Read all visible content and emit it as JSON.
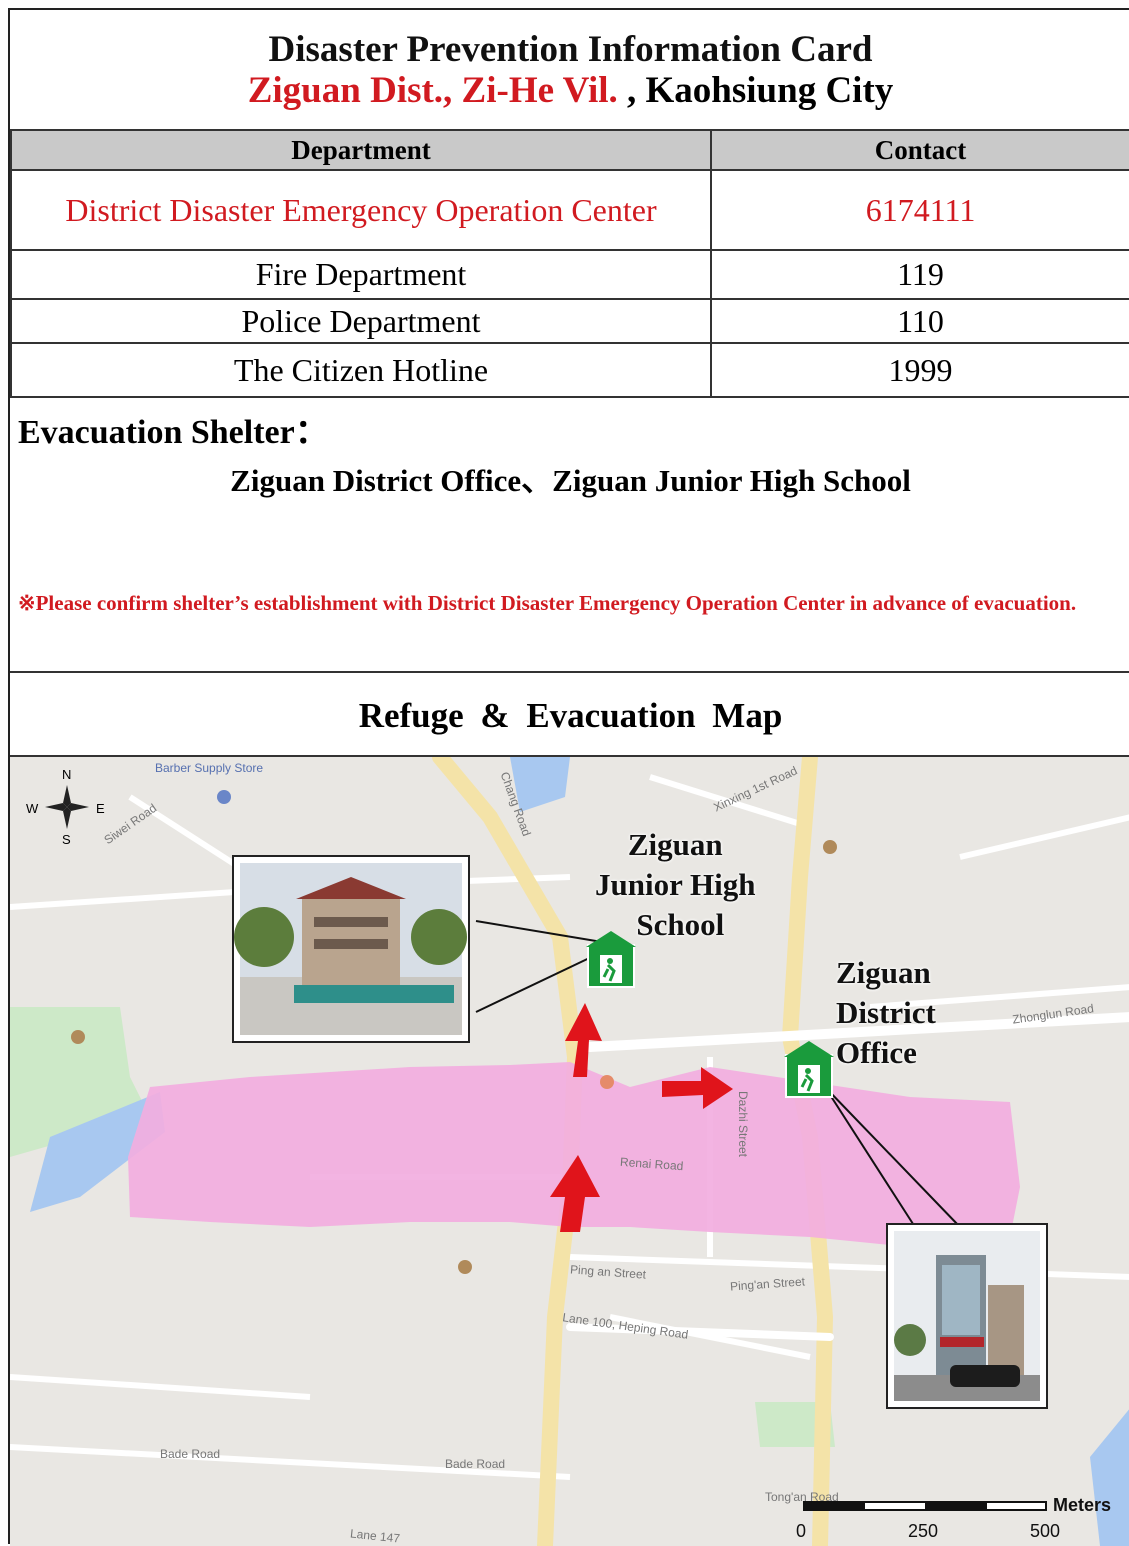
{
  "header": {
    "title": "Disaster Prevention Information Card",
    "subtitle_red": "Ziguan Dist., Zi-He Vil.",
    "subtitle_rest": " , Kaohsiung City"
  },
  "contacts": {
    "col_department": "Department",
    "col_contact": "Contact",
    "rows": [
      {
        "department": "District Disaster Emergency Operation Center",
        "contact": "6174111"
      },
      {
        "department": "Fire Department",
        "contact": "119"
      },
      {
        "department": "Police Department",
        "contact": "110"
      },
      {
        "department": "The Citizen Hotline",
        "contact": "1999"
      }
    ]
  },
  "shelter": {
    "label": "Evacuation Shelter：",
    "names": "Ziguan District Office、Ziguan Junior High School",
    "note": "※Please confirm shelter’s establishment with District Disaster Emergency Operation Center in advance of evacuation."
  },
  "map": {
    "title": "Refuge  &  Evacuation  Map",
    "shelter1_label": [
      "Ziguan",
      "Junior High",
      "School"
    ],
    "shelter2_label": [
      "Ziguan",
      "District",
      "Office"
    ],
    "compass": {
      "n": "N",
      "s": "S",
      "w": "W",
      "e": "E"
    },
    "street_labels": [
      "Barber Supply Store",
      "Siwei Road",
      "Chang Road",
      "Xinxing 1st Road",
      "Zhonglun Road",
      "Ping an Street",
      "Ping'an Street",
      "Lane 100, Heping Road",
      "Bade Road",
      "Bade Road",
      "Tong'an Road",
      "Dazhi Street",
      "Renai Road",
      "Lane 147"
    ],
    "scale": {
      "unit": "Meters",
      "ticks": [
        "0",
        "250",
        "500"
      ]
    },
    "colors": {
      "hazard_zone": "#f2aee0",
      "arrow": "#e0141b",
      "shelter_icon": "#1a9b3c"
    }
  }
}
